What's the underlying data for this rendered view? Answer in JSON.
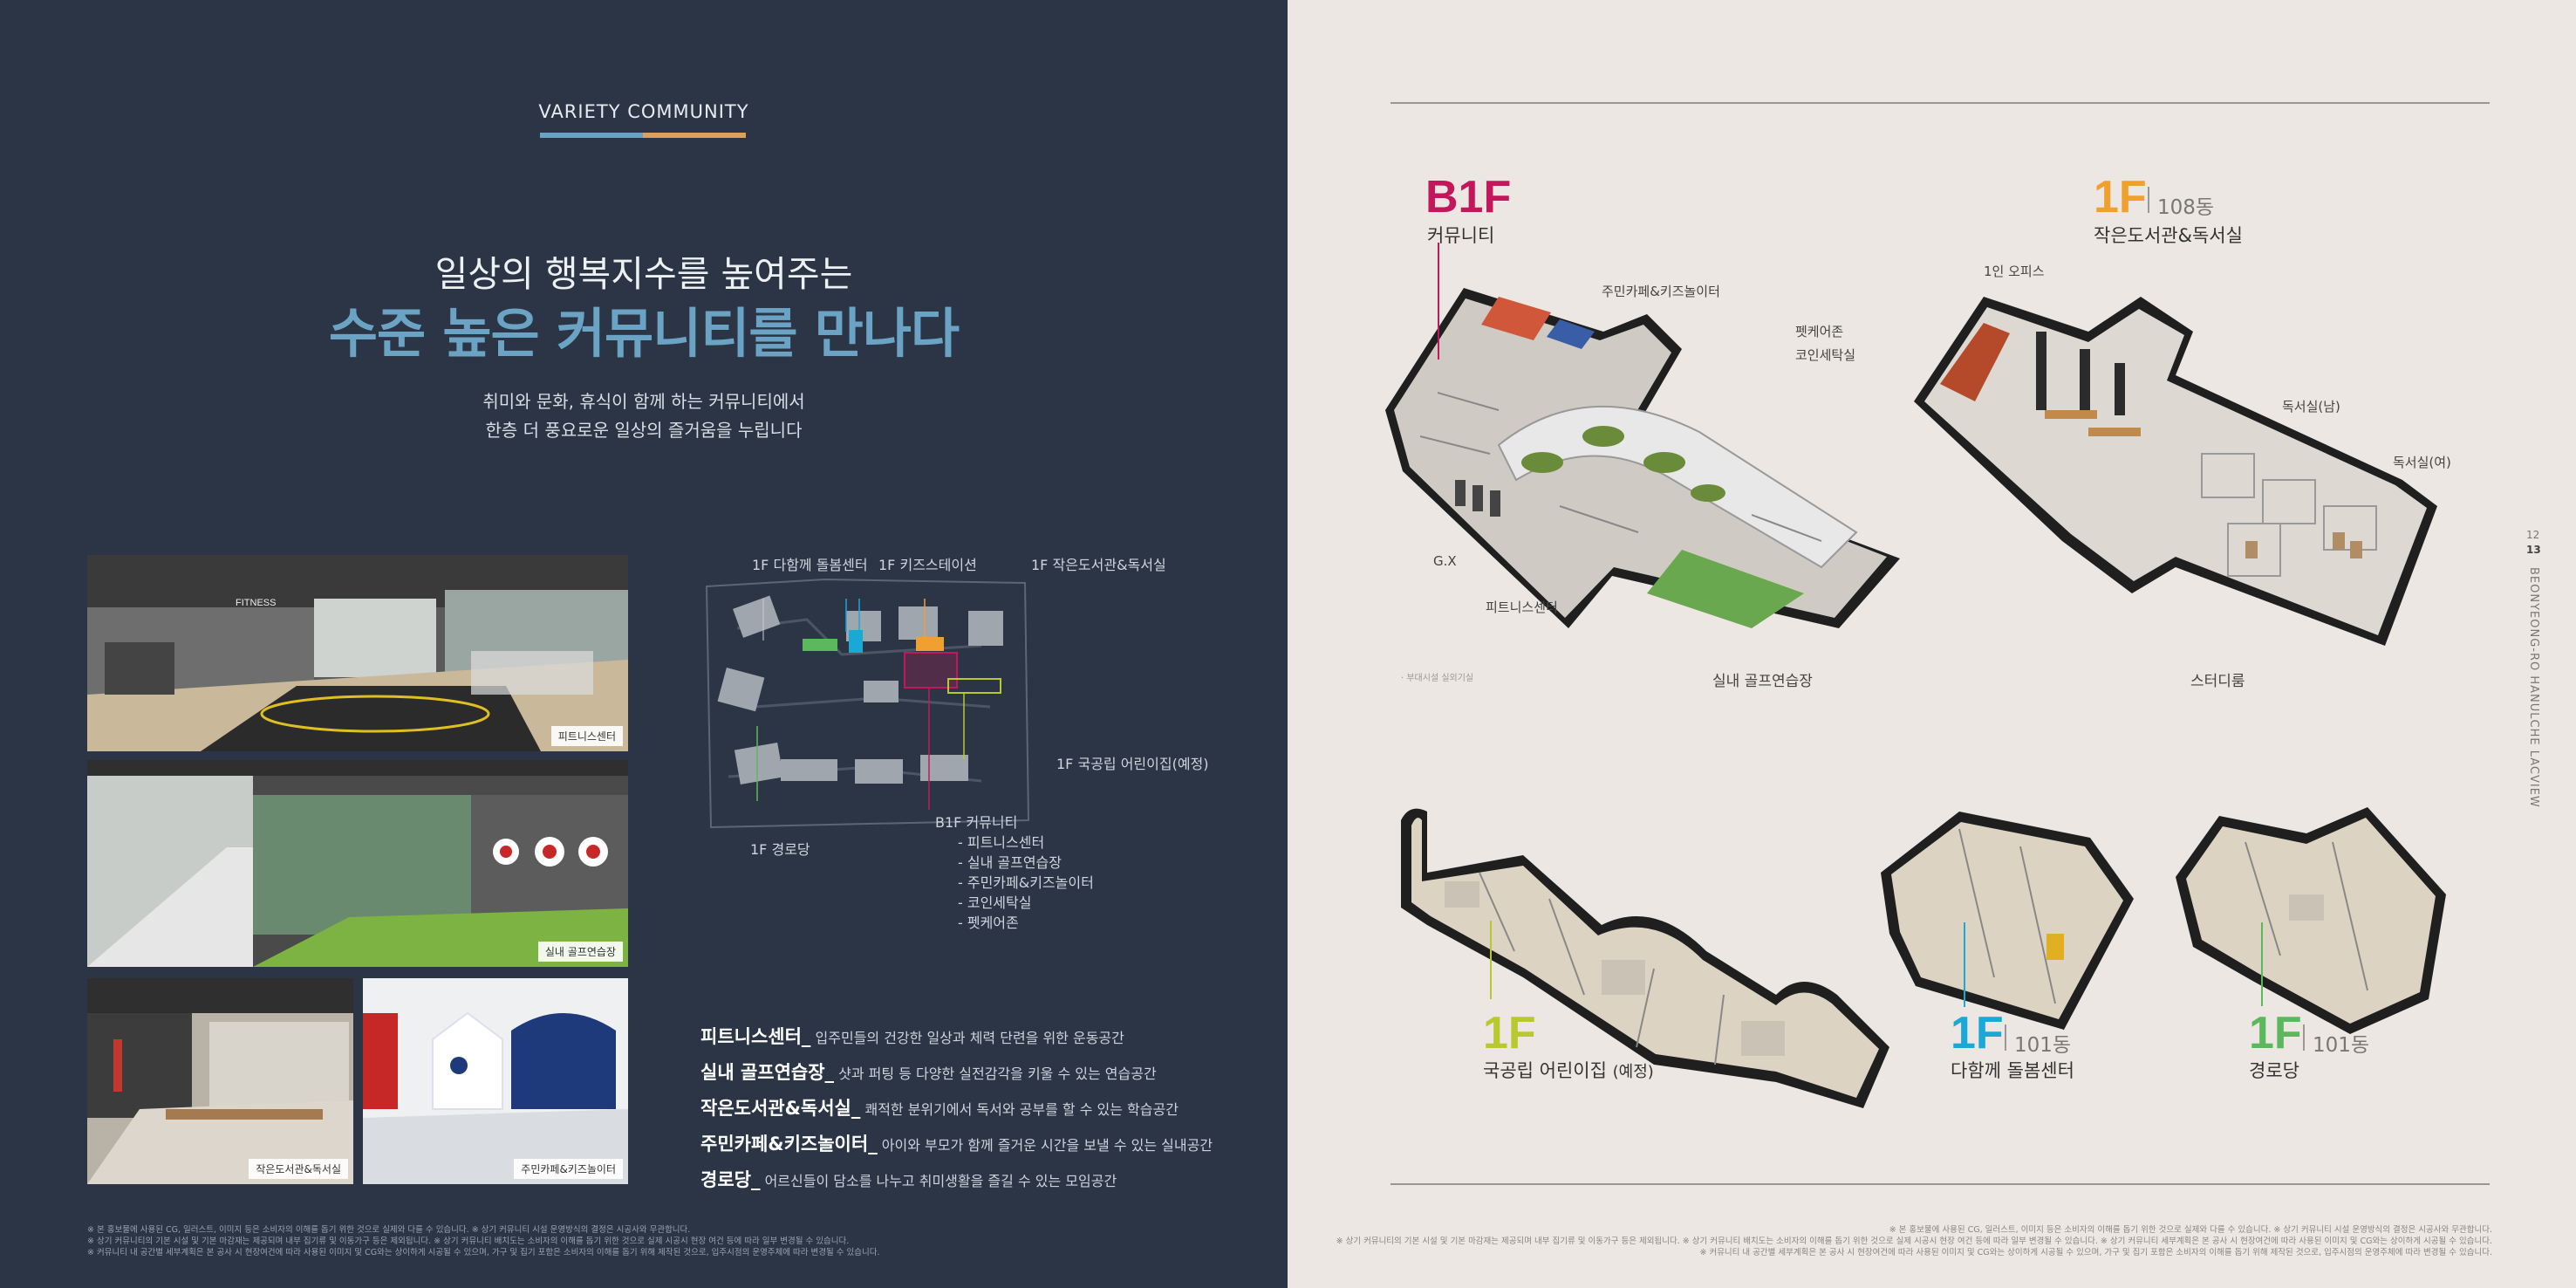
{
  "colors": {
    "navy": "#2b3545",
    "accent_blue": "#6ba3c4",
    "accent_orange": "#d9a15a",
    "b1f": "#c2185b",
    "f1_orange": "#f0a030",
    "f1_lime": "#b8c930",
    "f1_cyan": "#1aa9d6",
    "f1_green": "#5cb85c"
  },
  "left": {
    "kicker": "VARIETY COMMUNITY",
    "headline1": "일상의 행복지수를 높여주는",
    "headline2": "수준 높은 커뮤니티를 만나다",
    "sub1": "취미와 문화, 휴식이 함께 하는 커뮤니티에서",
    "sub2": "한층 더 풍요로운 일상의 즐거움을 누립니다",
    "photos": {
      "fitness_sign": "FITNESS",
      "fitness": "피트니스센터",
      "golf": "실내 골프연습장",
      "library": "작은도서관&독서실",
      "cafe": "주민카페&키즈놀이터"
    },
    "site": {
      "l_care": "1F 다함께 돌봄센터",
      "l_kids": "1F 키즈스테이션",
      "l_library": "1F 작은도서관&독서실",
      "l_daycare": "1F 국공립 어린이집(예정)",
      "l_senior": "1F 경로당",
      "l_b1f": "B1F 커뮤니티",
      "b1f_items": [
        "- 피트니스센터",
        "- 실내 골프연습장",
        "- 주민카페&키즈놀이터",
        "- 코인세탁실",
        "- 펫케어존"
      ]
    },
    "desc": [
      {
        "title": "피트니스센터_",
        "text": "입주민들의 건강한 일상과 체력 단련을 위한 운동공간"
      },
      {
        "title": "실내 골프연습장_",
        "text": "샷과 퍼팅 등 다양한 실전감각을 키울 수 있는 연습공간"
      },
      {
        "title": "작은도서관&독서실_",
        "text": "쾌적한 분위기에서 독서와 공부를 할 수 있는 학습공간"
      },
      {
        "title": "주민카페&키즈놀이터_",
        "text": "아이와 부모가 함께 즐거운 시간을 보낼 수 있는 실내공간"
      },
      {
        "title": "경로당_",
        "text": "어르신들이 담소를 나누고 취미생활을 즐길 수 있는 모임공간"
      }
    ],
    "notes": [
      "※ 본 홍보물에 사용된 CG, 일러스트, 이미지 등은 소비자의 이해를 돕기 위한 것으로 실제와 다를 수 있습니다.  ※ 상기 커뮤니티 시설 운영방식의 결정은 시공사와 무관합니다.",
      "※ 상기 커뮤니티의 기본 시설 및 기본 마감재는 제공되며 내부 집기류 및 이동가구 등은 제외됩니다.  ※ 상기 커뮤니티 배치도는 소비자의 이해를 돕기 위한 것으로 실제 시공시 현장 여건 등에 따라 일부 변경될 수 있습니다.",
      "※ 커뮤니티 내 공간별 세부계획은 본 공사 시 현장여건에 따라 사용된 이미지 및 CG와는 상이하게 시공될 수 있으며, 가구 및 집기 포함은 소비자의 이해를 돕기 위해 제작된 것으로, 입주시점의 운영주체에 따라 변경될 수 있습니다."
    ]
  },
  "right": {
    "b1f": {
      "floor": "B1F",
      "name": "커뮤니티",
      "labels": {
        "cafe": "주민카페&키즈놀이터",
        "pet": "펫케어존",
        "laundry": "코인세탁실",
        "gx": "G.X",
        "fitness": "피트니스센터",
        "golf": "실내 골프연습장"
      }
    },
    "legend": "· 부대시설 실외기실",
    "lib": {
      "floor": "1F",
      "bldg": "108동",
      "name": "작은도서관&독서실",
      "labels": {
        "office": "1인 오피스",
        "reading_m": "독서실(남)",
        "reading_f": "독서실(여)",
        "study": "스터디룸"
      }
    },
    "daycare": {
      "floor": "1F",
      "name": "국공립 어린이집",
      "suffix": "(예정)"
    },
    "care": {
      "floor": "1F",
      "bldg": "101동",
      "name": "다함께 돌봄센터"
    },
    "senior": {
      "floor": "1F",
      "bldg": "101동",
      "name": "경로당"
    },
    "page_a": "12",
    "page_b": "13",
    "vertical": "BEONYEONG-RO HANULCHE LACVIEW",
    "notes": [
      "※ 본 홍보물에 사용된 CG, 일러스트, 이미지 등은 소비자의 이해를 돕기 위한 것으로 실제와 다를 수 있습니다.  ※ 상기 커뮤니티 시설 운영방식의 결정은 시공사와 무관합니다.",
      "※ 상기 커뮤니티의 기본 시설 및 기본 마감재는 제공되며 내부 집기류 및 이동가구 등은 제외됩니다.  ※ 상기 커뮤니티 배치도는 소비자의 이해를 돕기 위한 것으로 실제 시공시 현장 여건 등에 따라 일부 변경될 수 있습니다.  ※ 상기 커뮤니티 세부계획은 본 공사 시 현장여건에 따라 사용된 이미지 및 CG와는 상이하게 시공될 수 있습니다.",
      "※ 커뮤니티 내 공간별 세부계획은 본 공사 시 현장여건에 따라 사용된 이미지 및 CG와는 상이하게 시공될 수 있으며, 가구 및 집기 포함은 소비자의 이해를 돕기 위해 제작된 것으로, 입주시점의 운영주체에 따라 변경될 수 있습니다."
    ]
  }
}
